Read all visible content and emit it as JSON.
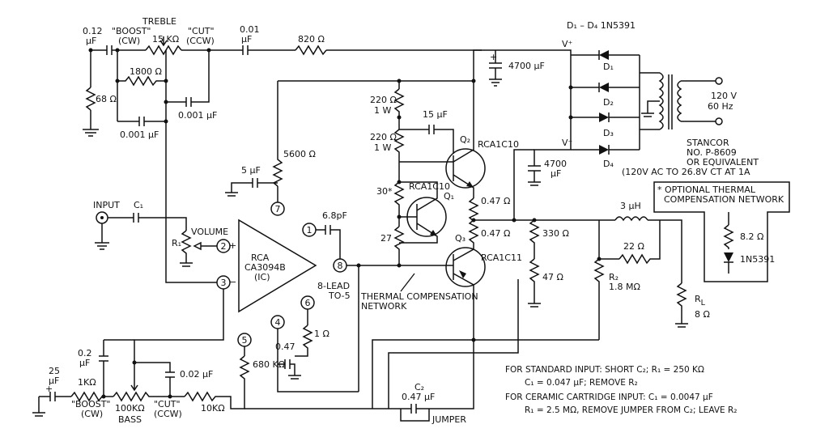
{
  "labels": {
    "treble": "TREBLE",
    "c_012": "0.12",
    "uF": "μF",
    "boost_q": "\"BOOST\"",
    "cw": "(CW)",
    "r_15k": "15 KΩ",
    "cut_q": "\"CUT\"",
    "ccw": "(CCW)",
    "c_001top": "0.01",
    "r_820": "820 Ω",
    "r_1800": "1800 Ω",
    "r_68": "68 Ω",
    "c_0001a": "0.001 μF",
    "c_0001b": "0.001 μF",
    "r_5600": "5600 Ω",
    "c_5uf": "5 μF",
    "input": "INPUT",
    "c1": "C₁",
    "volume": "VOLUME",
    "r1": "R₁",
    "rca": "RCA",
    "ic_part": "CA3094B",
    "ic": "(IC)",
    "eight_lead": "8-LEAD",
    "to5": "TO-5",
    "c_68pf": "6.8pF",
    "r_680k": "680 KΩ",
    "c_047": "0.47",
    "r_1ohm": "1 Ω",
    "r_220a": "220 Ω",
    "w1a": "1 W",
    "r_220b": "220 Ω",
    "w1b": "1 W",
    "c_15uf": "15 μF",
    "r_30": "30*",
    "r_27": "27",
    "rca1c10a": "RCA1C10",
    "rca1c10b": "RCA1C10",
    "rca1c11": "RCA1C11",
    "q1": "Q₁",
    "q2": "Q₂",
    "q3": "Q₃",
    "r_047a": "0.47 Ω",
    "r_047b": "0.47 Ω",
    "thermal_network": "THERMAL COMPENSATION",
    "network": "NETWORK",
    "d1d4": "D₁ – D₄ 1N5391",
    "vplus": "V⁺",
    "vminus": "V⁻",
    "c_4700a": "4700 μF",
    "c_4700b": "4700",
    "c_4700b_u": "μF",
    "d1": "D₁",
    "d2": "D₂",
    "d3": "D₃",
    "d4": "D₄",
    "v120": "120 V",
    "hz60": "60 Hz",
    "stancor": "STANCOR",
    "stancor_no": "NO. P-8609",
    "equiv": "OR EQUIVALENT",
    "stancor_rating": "(120V AC TO 26.8V CT AT 1A",
    "r_330": "330 Ω",
    "r_47": "47 Ω",
    "l_3uh": "3 μH",
    "r_22": "22 Ω",
    "r2": "R₂",
    "r2_val": "1.8 MΩ",
    "rl": "R",
    "rl_sub": "L",
    "rl_val": "8 Ω",
    "opt_title1": "* OPTIONAL THERMAL",
    "opt_title2": "COMPENSATION NETWORK",
    "opt_r": "8.2 Ω",
    "opt_d": "1N5391",
    "c_02": "0.2",
    "c_02_u": "μF",
    "c_25": "25",
    "c_25_u": "μF",
    "r_1k": "1KΩ",
    "bass_boost": "\"BOOST\"",
    "bass_cw": "(CW)",
    "r_100k": "100KΩ",
    "bass_cut": "\"CUT\"",
    "bass_ccw": "(CCW)",
    "bass": "BASS",
    "c_002": "0.02 μF",
    "r_10k": "10KΩ",
    "c2": "C₂",
    "c2_val": "0.47 μF",
    "jumper": "JUMPER",
    "note1": "FOR STANDARD INPUT:  SHORT C₂;  R₁ = 250 KΩ",
    "note2": "C₁ = 0.047 μF;  REMOVE R₂",
    "note3": "FOR CERAMIC CARTRIDGE INPUT: C₁ = 0.0047 μF",
    "note4": "R₁ = 2.5 MΩ, REMOVE JUMPER FROM C₂; LEAVE R₂"
  },
  "pins": [
    "1",
    "2",
    "3",
    "4",
    "5",
    "6",
    "7",
    "8"
  ]
}
